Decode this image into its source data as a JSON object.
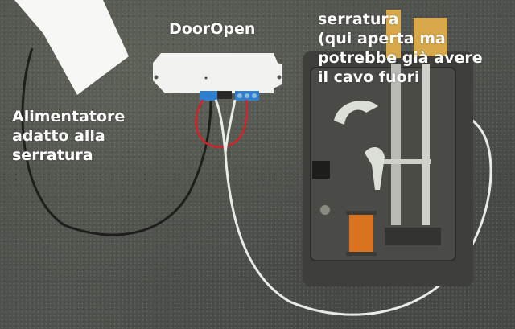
{
  "image": {
    "description": "Photo of a DoorOpen module wired to a power supply and an electric lock, with Italian annotations",
    "colors": {
      "background": "#4f514c",
      "module_body": "#f2f2f0",
      "terminal_blue": "#2f7fd0",
      "wire_red": "#d2222a",
      "wire_white": "#e8ece6",
      "wire_black": "#1e1f1c",
      "lock_body": "#3e3e3a",
      "coil_copper": "#d9731f",
      "label_text": "#ffffff"
    }
  },
  "labels": {
    "device": {
      "text": "DoorOpen"
    },
    "power_supply": {
      "lines": [
        "Alimentatore",
        "adatto alla",
        "serratura"
      ]
    },
    "lock": {
      "lines": [
        "serratura",
        "(qui aperta ma",
        "potrebbe già avere",
        "il cavo fuori"
      ]
    }
  }
}
